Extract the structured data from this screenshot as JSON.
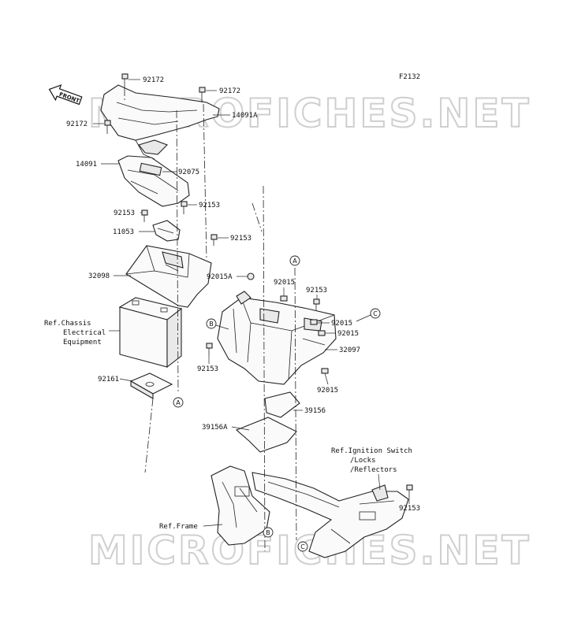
{
  "diagram_code": "F2132",
  "watermark_text": "MICROFICHES.NET",
  "front_arrow_label": "FRONT",
  "part_labels": {
    "p92172_a": "92172",
    "p92172_b": "92172",
    "p92172_c": "92172",
    "p14091A": "14091A",
    "p14091": "14091",
    "p92075": "92075",
    "p92153_a": "92153",
    "p92153_b": "92153",
    "p11053": "11053",
    "p92153_c": "92153",
    "p32098": "32098",
    "p92015A": "92015A",
    "p92015_a": "92015",
    "p92153_d": "92153",
    "p92015_b": "92015",
    "p92015_c": "92015",
    "p32097": "32097",
    "p92153_e": "92153",
    "p92015_d": "92015",
    "p92161": "92161",
    "p39156": "39156",
    "p39156A": "39156A",
    "p92153_f": "92153"
  },
  "references": {
    "chassis_line1": "Ref.Chassis",
    "chassis_line2": "Electrical",
    "chassis_line3": "Equipment",
    "ignition_line1": "Ref.Ignition Switch",
    "ignition_line2": "/Locks",
    "ignition_line3": "/Reflectors",
    "frame": "Ref.Frame"
  },
  "callouts": {
    "A_top": "A",
    "A_bottom": "A",
    "B_top": "B",
    "B_bottom": "B",
    "C_top": "C",
    "C_bottom": "C"
  }
}
